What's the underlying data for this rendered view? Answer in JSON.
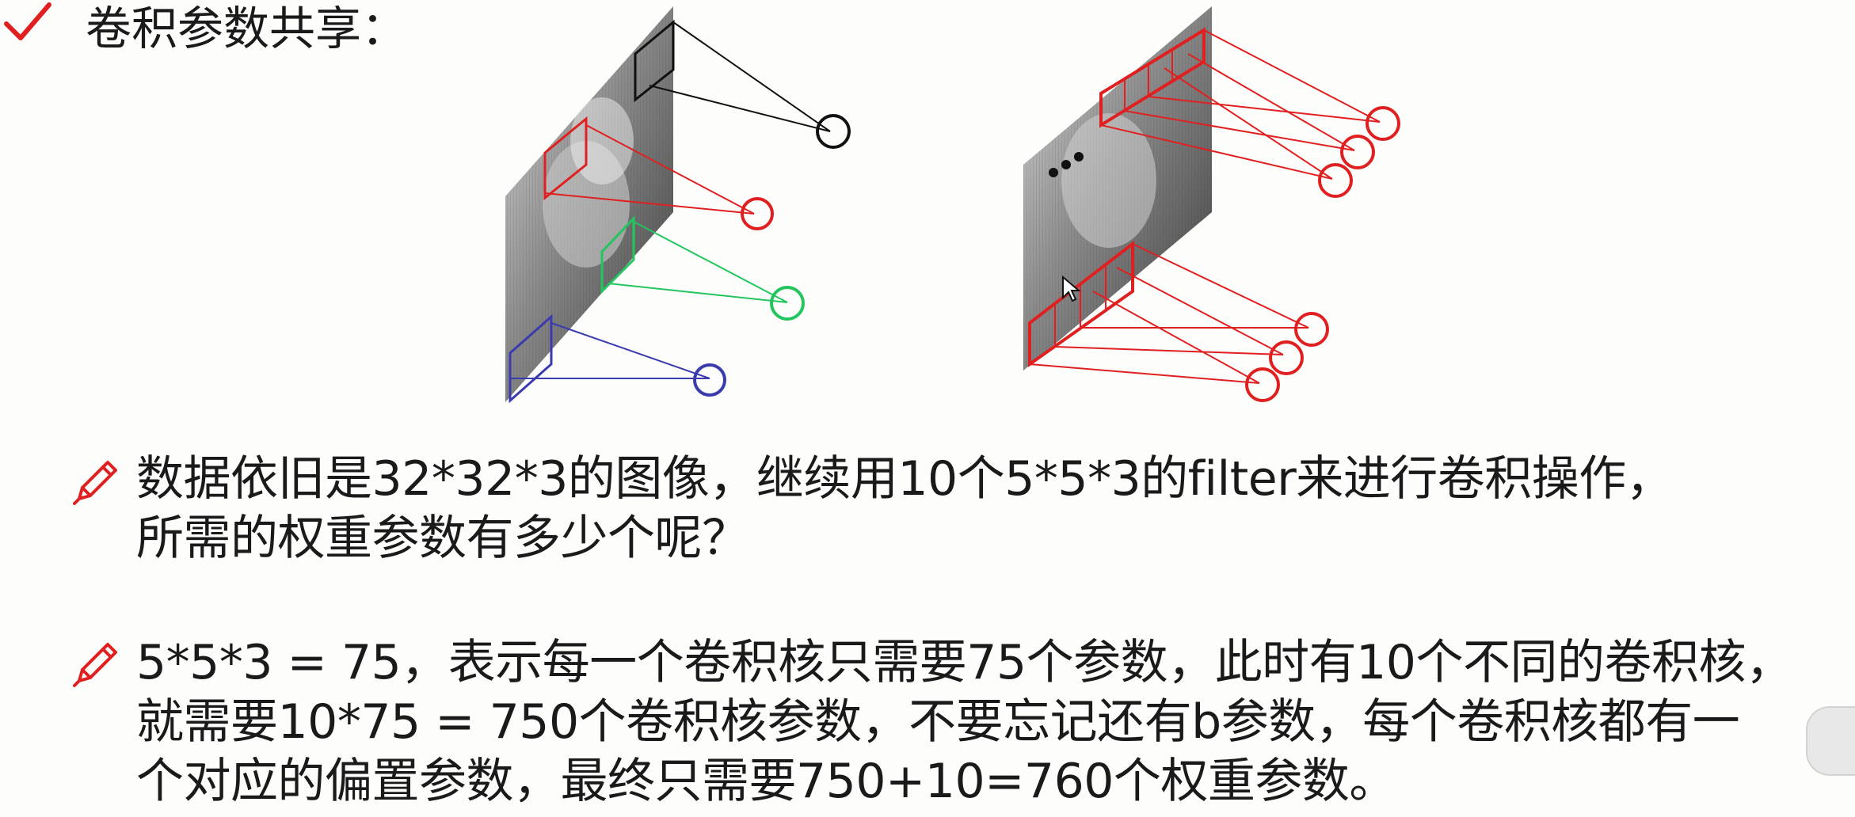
{
  "title": "卷积参数共享：",
  "paragraph1": {
    "lines": [
      "数据依旧是32*32*3的图像，继续用10个5*5*3的filter来进行卷积操作，",
      "所需的权重参数有多少个呢？"
    ]
  },
  "paragraph2": {
    "lines": [
      "5*5*3 = 75，表示每一个卷积核只需要75个参数，此时有10个不同的卷积核，",
      "就需要10*75 = 750个卷积核参数，不要忘记还有b参数，每个卷积核都有一",
      "个对应的偏置参数，最终只需要750+10=760个权重参数。"
    ]
  },
  "colors": {
    "accent_red": "#e02020",
    "filter_black": "#111111",
    "filter_red": "#e02020",
    "filter_green": "#22c55e",
    "filter_blue": "#3b3bb0"
  },
  "icons": [
    "checkmark-icon",
    "pencil-icon"
  ]
}
